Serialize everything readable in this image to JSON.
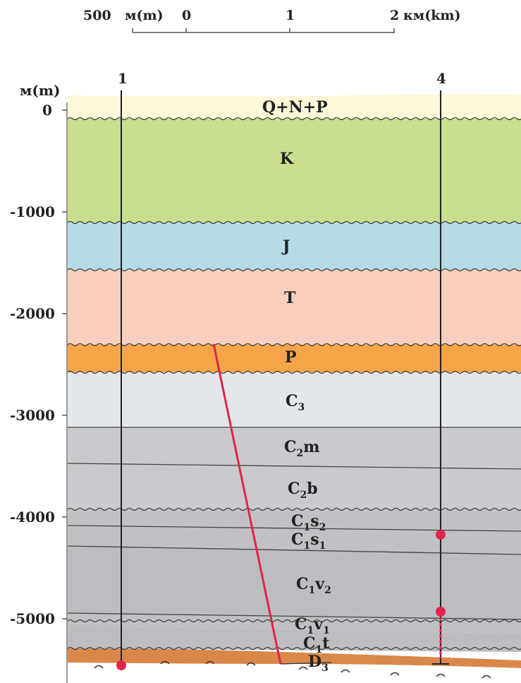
{
  "scale_bar": {
    "labels": [
      "500",
      "м(m)",
      "0",
      "1",
      "2",
      "км(km)"
    ]
  },
  "wells": [
    "1",
    "4"
  ],
  "depth_axis": {
    "unit": "м(m)",
    "ticks": [
      "0",
      "-1000",
      "-2000",
      "-3000",
      "-4000",
      "-5000"
    ]
  },
  "layers": [
    {
      "id": "qnp",
      "label": "Q+N+P",
      "sub": "",
      "suffix": "",
      "color": "#fdf8d9"
    },
    {
      "id": "k",
      "label": "K",
      "sub": "",
      "suffix": "",
      "color": "#c9df8e"
    },
    {
      "id": "j",
      "label": "J",
      "sub": "",
      "suffix": "",
      "color": "#b5dbe6"
    },
    {
      "id": "t",
      "label": "T",
      "sub": "",
      "suffix": "",
      "color": "#f8cfbe"
    },
    {
      "id": "p",
      "label": "P",
      "sub": "",
      "suffix": "",
      "color": "#f5a548"
    },
    {
      "id": "c3",
      "label": "C",
      "sub": "3",
      "suffix": "",
      "color": "#e3e6eb"
    },
    {
      "id": "c2m",
      "label": "C",
      "sub": "2",
      "suffix": "m",
      "color": "#c9cacd"
    },
    {
      "id": "c2b",
      "label": "C",
      "sub": "2",
      "suffix": "b",
      "color": "#c9cacd"
    },
    {
      "id": "c1s2",
      "label": "C",
      "sub": "1",
      "suffix": "s",
      "sub2": "2",
      "color": "#c0c1c4"
    },
    {
      "id": "c1s1",
      "label": "C",
      "sub": "1",
      "suffix": "s",
      "sub2": "1",
      "color": "#c0c1c4"
    },
    {
      "id": "c1v2",
      "label": "C",
      "sub": "1",
      "suffix": "v",
      "sub2": "2",
      "color": "#bcbdc0"
    },
    {
      "id": "c1v1",
      "label": "C",
      "sub": "1",
      "suffix": "v",
      "sub2": "1",
      "color": "#c0c1c4"
    },
    {
      "id": "c1t",
      "label": "C",
      "sub": "1",
      "suffix": "t",
      "color": "#bcbdc0"
    },
    {
      "id": "d3",
      "label": "D",
      "sub": "3",
      "suffix": "",
      "color": "#d9884a"
    }
  ],
  "colors": {
    "fault": "#e0254a",
    "well_marker": "#e0254a",
    "line": "#333333",
    "basement": "#ffffff"
  }
}
